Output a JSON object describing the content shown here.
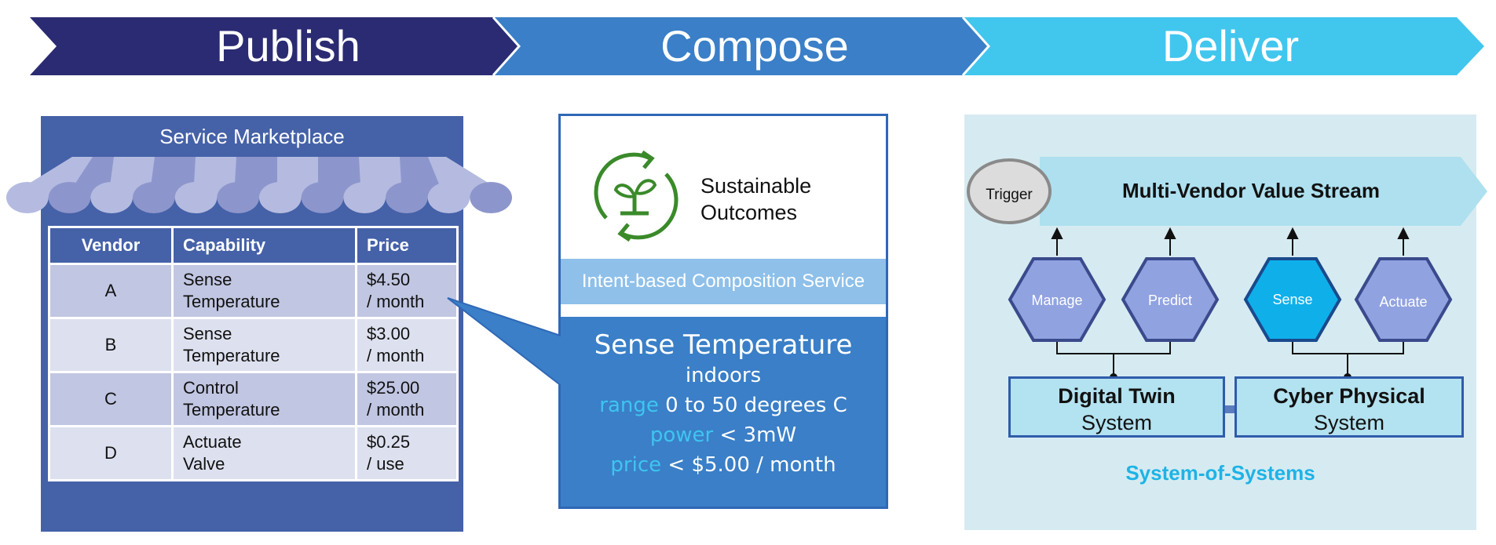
{
  "banner": {
    "stages": [
      "Publish",
      "Compose",
      "Deliver"
    ],
    "colors": [
      "#2b2b73",
      "#3a7fc7",
      "#41c6ee"
    ]
  },
  "marketplace": {
    "title": "Service Marketplace",
    "headers": [
      "Vendor",
      "Capability",
      "Price"
    ],
    "rows": [
      {
        "vendor": "A",
        "capability": [
          "Sense",
          "Temperature"
        ],
        "price": [
          "$4.50",
          "/ month"
        ]
      },
      {
        "vendor": "B",
        "capability": [
          "Sense",
          "Temperature"
        ],
        "price": [
          "$3.00",
          "/ month"
        ]
      },
      {
        "vendor": "C",
        "capability": [
          "Control",
          "Temperature"
        ],
        "price": [
          "$25.00",
          "/ month"
        ]
      },
      {
        "vendor": "D",
        "capability": [
          "Actuate",
          "Valve"
        ],
        "price": [
          "$0.25",
          "/ use"
        ]
      }
    ]
  },
  "compose": {
    "outcome_icon": "sprout-recycle-icon",
    "outcome_line1": "Sustainable",
    "outcome_line2": "Outcomes",
    "service_label": "Intent-based Composition Service",
    "intent": {
      "title": "Sense Temperature",
      "location": "indoors",
      "range_key": "range",
      "range_value": "0 to 50 degrees C",
      "power_key": "power",
      "power_value": "< 3mW",
      "price_key": "price",
      "price_value": "< $5.00 / month"
    }
  },
  "deliver": {
    "trigger": "Trigger",
    "value_stream": "Multi-Vendor Value Stream",
    "hexes": [
      "Manage",
      "Predict",
      "Sense",
      "Actuate"
    ],
    "highlight_hex": "Sense",
    "digital_twin": [
      "Digital Twin",
      "System"
    ],
    "cyber_physical": [
      "Cyber Physical",
      "System"
    ],
    "footer": "System-of-Systems"
  }
}
